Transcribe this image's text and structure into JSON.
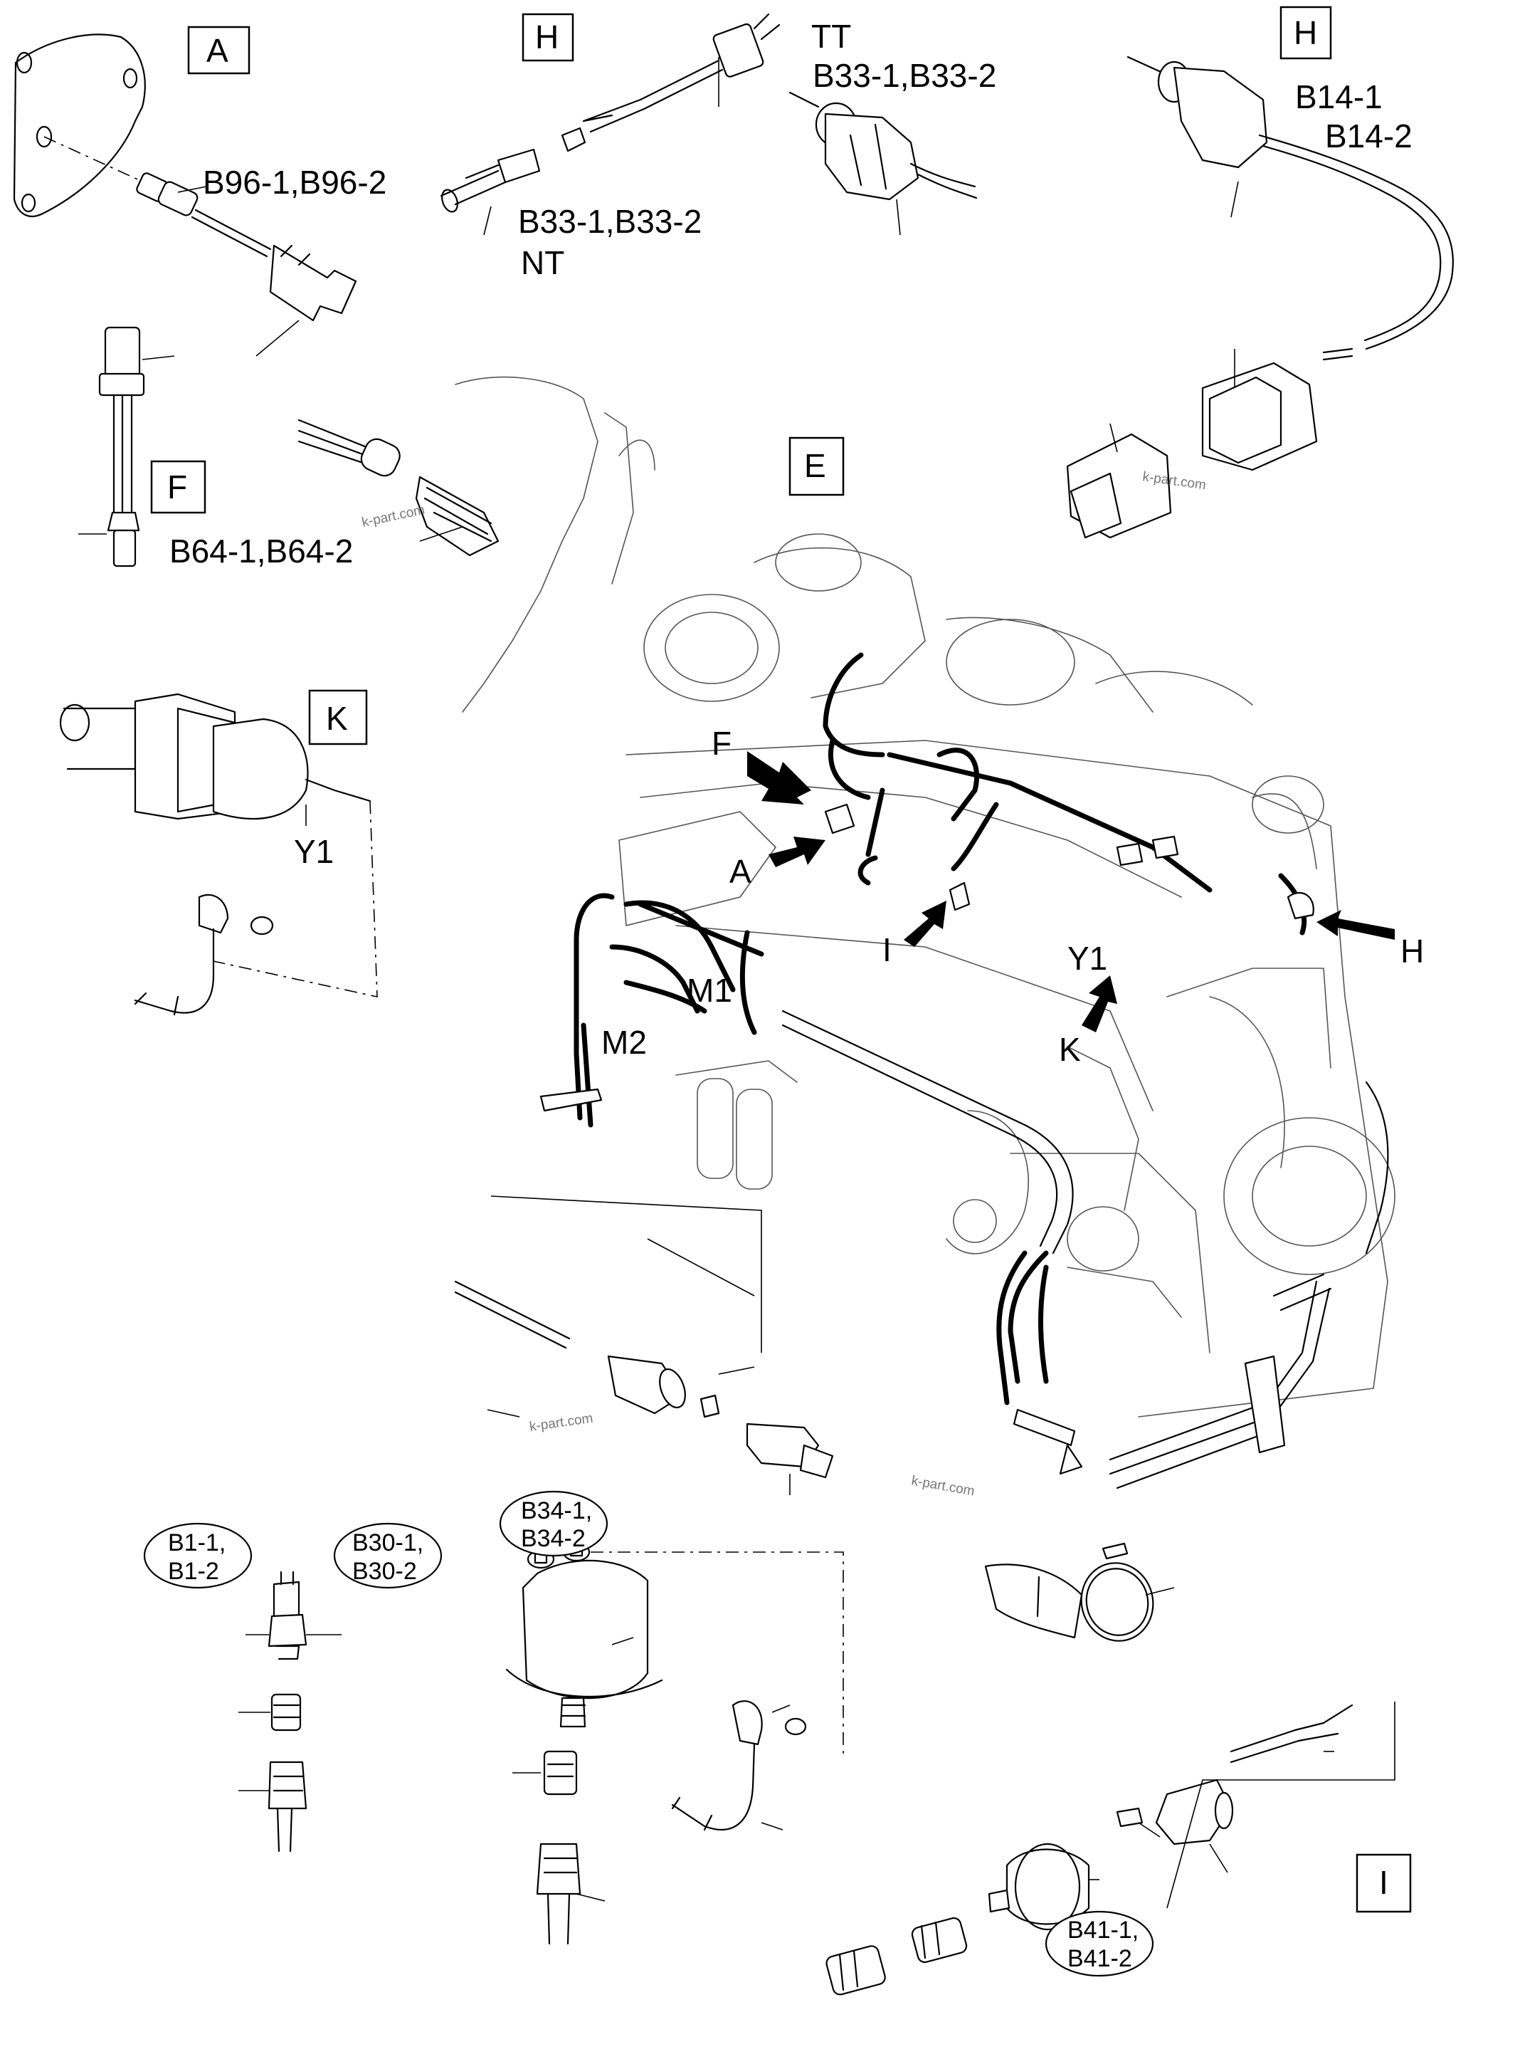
{
  "boxes": {
    "a": "A",
    "h1": "H",
    "h2": "H",
    "e": "E",
    "f": "F",
    "k": "K",
    "i": "I"
  },
  "labels": {
    "b96": "B96-1,B96-2",
    "tt": "TT",
    "b33_top": "B33-1,B33-2",
    "b33_bottom": "B33-1,B33-2",
    "nt": "NT",
    "b14_1": "B14-1",
    "b14_2": "B14-2",
    "b64": "B64-1,B64-2",
    "y1_detail": "Y1",
    "y1_engine": "Y1",
    "m1": "M1",
    "m2": "M2"
  },
  "arrows": {
    "f": "F",
    "a": "A",
    "i": "I",
    "k": "K",
    "h": "H"
  },
  "ovals": {
    "b1_a": "B1-1,",
    "b1_b": "B1-2",
    "b30_a": "B30-1,",
    "b30_b": "B30-2",
    "b34_a": "B34-1,",
    "b34_b": "B34-2",
    "b41_a": "B41-1,",
    "b41_b": "B41-2"
  },
  "watermarks": [
    "k-part.com",
    "k-part.com",
    "k-part.com",
    "k-part.com"
  ]
}
